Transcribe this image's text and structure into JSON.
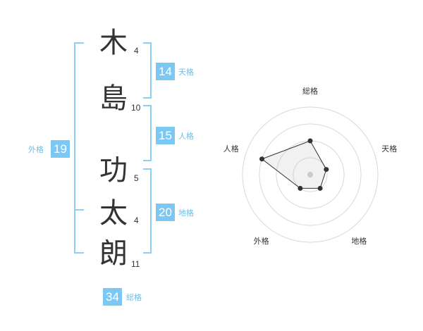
{
  "name_chars": [
    {
      "char": "木",
      "strokes": "4"
    },
    {
      "char": "島",
      "strokes": "10"
    },
    {
      "char": "功",
      "strokes": "5"
    },
    {
      "char": "太",
      "strokes": "4"
    },
    {
      "char": "朗",
      "strokes": "11"
    }
  ],
  "kaku": {
    "tenkaku": {
      "value": "14",
      "label": "天格"
    },
    "jinkaku": {
      "value": "15",
      "label": "人格"
    },
    "chikaku": {
      "value": "20",
      "label": "地格"
    },
    "gaikaku": {
      "value": "19",
      "label": "外格"
    },
    "soukaku": {
      "value": "34",
      "label": "総格"
    }
  },
  "colors": {
    "badge": "#7cc8f5",
    "bracket": "#8ecff5",
    "label": "#6bbfe8"
  },
  "chart_data": {
    "type": "radar",
    "axes": [
      "総格",
      "天格",
      "地格",
      "外格",
      "人格"
    ],
    "rings": 4,
    "max": 4,
    "values": [
      2,
      1,
      1,
      1,
      3
    ]
  }
}
